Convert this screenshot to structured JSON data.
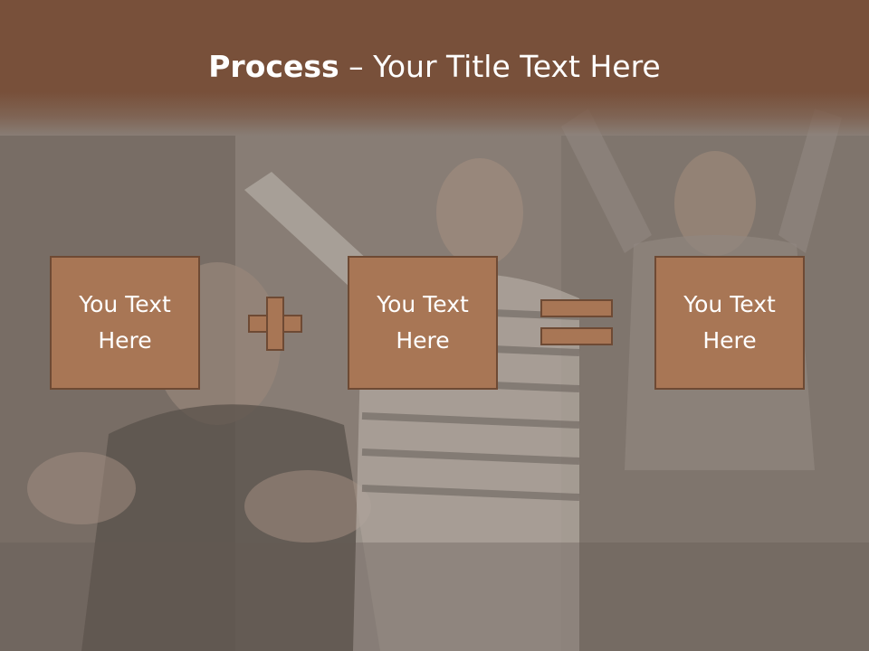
{
  "slide": {
    "title_bold": "Process",
    "title_rest": " – Your Title Text Here",
    "boxes": [
      {
        "text": "You Text Here"
      },
      {
        "text": "You Text Here"
      },
      {
        "text": "You Text Here"
      }
    ],
    "operators": [
      "plus",
      "equals"
    ]
  },
  "colors": {
    "banner": "#78503a",
    "box_fill": "#a87655",
    "box_border": "#6e4a34",
    "text": "#ffffff"
  }
}
